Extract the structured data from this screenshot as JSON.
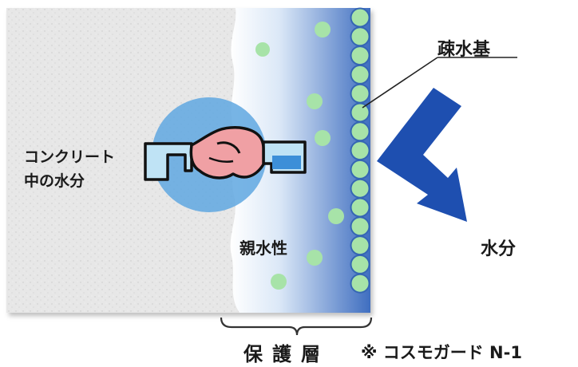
{
  "labels": {
    "concrete_water_line1": "コンクリート",
    "concrete_water_line2": "中の水分",
    "hydrophilic": "親水性",
    "hydrophobic_group": "疎水基",
    "water": "水分",
    "protective_layer": "保護層",
    "product_note": "※ コスモガード N-1"
  },
  "colors": {
    "concrete": "#e6e6e6",
    "layer_gradient_start": "#ffffff",
    "layer_gradient_end": "#3f6ec0",
    "bead": "#a7e3a8",
    "bead_outline": "#3566b4",
    "arrow": "#1e4fb0",
    "circle": "#5fa7e0",
    "hand": "#f0a0a4",
    "water_fill": "#bfe3f5",
    "water_fill_dark": "#3c8fd8"
  }
}
